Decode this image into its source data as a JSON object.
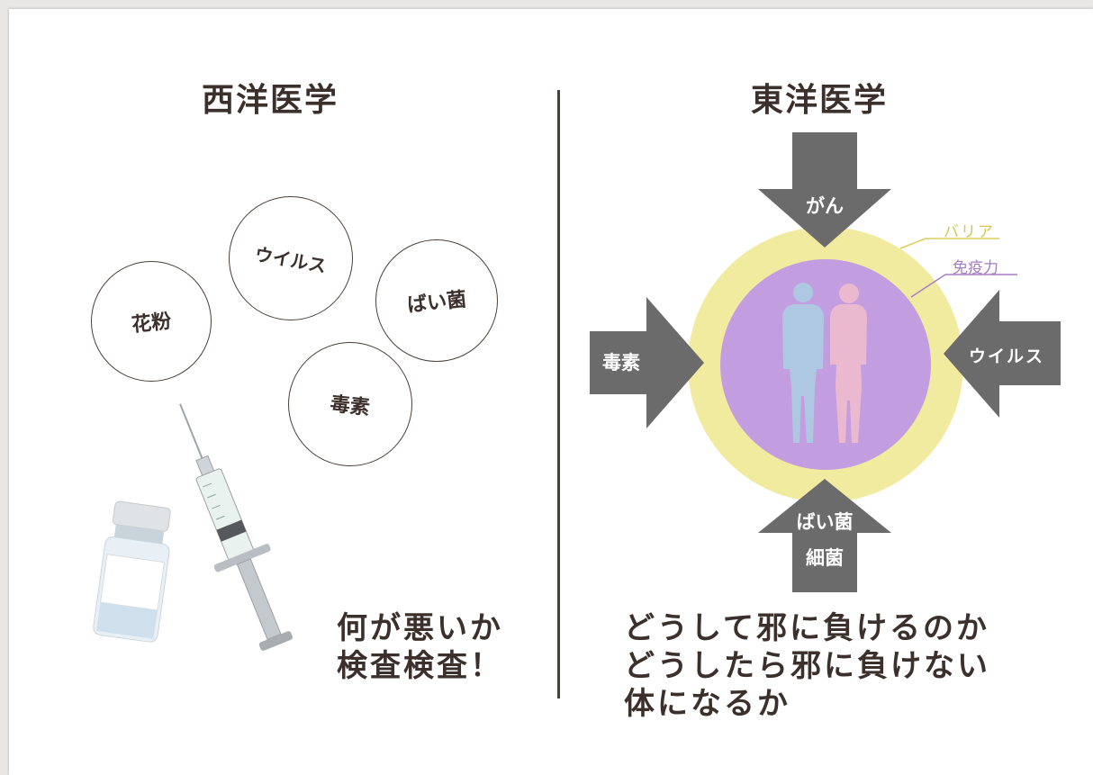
{
  "western": {
    "title": "西洋医学",
    "bubbles": [
      "花粉",
      "ウイルス",
      "ばい菌",
      "毒素"
    ],
    "caption_lines": [
      "何が悪いか",
      "検査検査！"
    ]
  },
  "eastern": {
    "title": "東洋医学",
    "arrows": {
      "top": "がん",
      "left": "毒素",
      "right": "ウイルス",
      "bottom_line1": "ばい菌",
      "bottom_line2": "細菌"
    },
    "barrier_label": "バリア",
    "immunity_label": "免疫力",
    "caption_lines": [
      "どうして邪に負けるのか",
      "どうしたら邪に負けない",
      "体になるか"
    ]
  },
  "colors": {
    "text": "#3b302c",
    "arrow": "#6b6b6b",
    "barrier": "#f1eba0",
    "immunity": "#c29ddf",
    "male_figure": "#aec8e2",
    "female_figure": "#eab9d0"
  }
}
